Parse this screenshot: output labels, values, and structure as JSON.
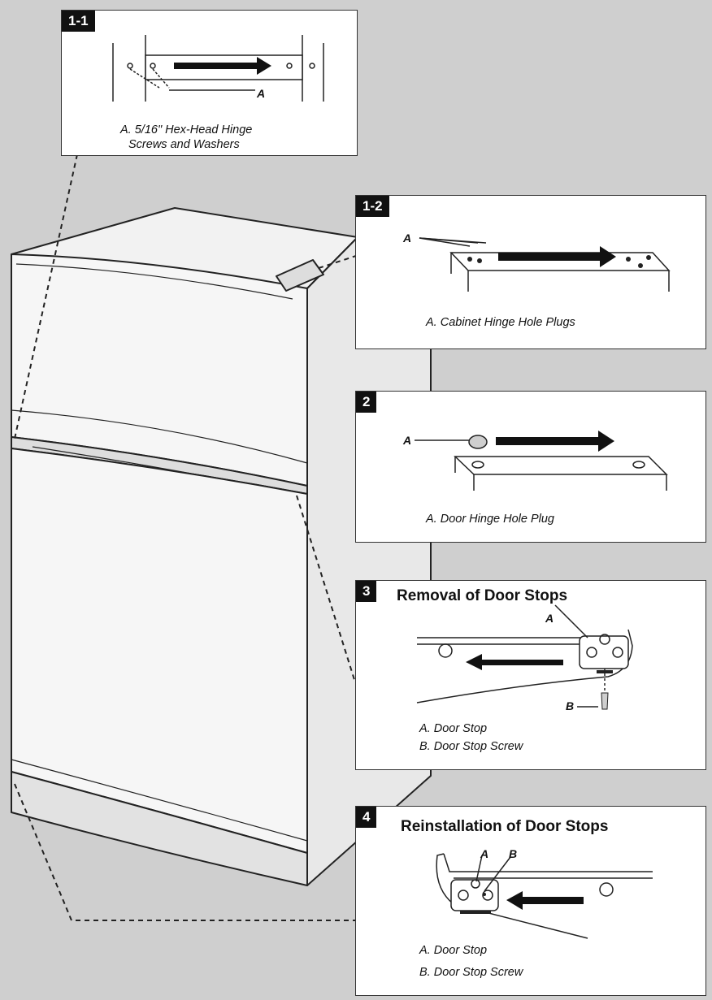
{
  "panels": [
    {
      "id": "1-1",
      "badge": "1-1",
      "callout_a": "A",
      "captions": [
        "A. 5/16\" Hex-Head Hinge",
        "Screws and Washers"
      ]
    },
    {
      "id": "1-2",
      "badge": "1-2",
      "callout_a": "A",
      "captions": [
        "A. Cabinet Hinge Hole Plugs"
      ]
    },
    {
      "id": "2",
      "badge": "2",
      "callout_a": "A",
      "captions": [
        "A. Door Hinge Hole Plug"
      ]
    },
    {
      "id": "3",
      "badge": "3",
      "title": "Removal of Door Stops",
      "callout_a": "A",
      "callout_b": "B",
      "captions": [
        "A. Door Stop",
        "B. Door Stop Screw"
      ]
    },
    {
      "id": "4",
      "badge": "4",
      "title": "Reinstallation of Door Stops",
      "callout_a": "A",
      "callout_b": "B",
      "captions": [
        "A. Door Stop",
        "B. Door Stop Screw"
      ]
    }
  ]
}
